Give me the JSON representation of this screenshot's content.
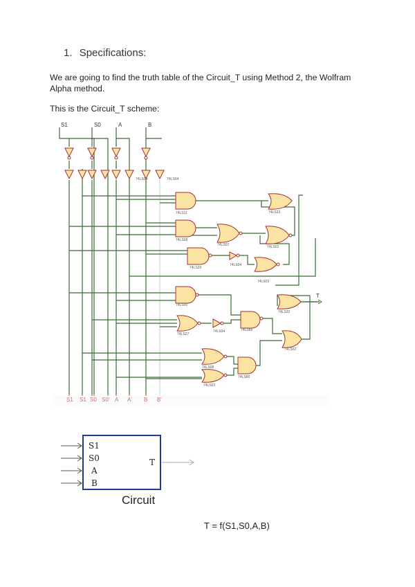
{
  "section": {
    "number": "1.",
    "title": "Specifications:"
  },
  "paragraphs": [
    "We are going to find the truth table of the Circuit_T using Method 2, the Wolfram Alpha method.",
    "This is the Circuit_T scheme:"
  ],
  "schematic": {
    "inputs": [
      "S1",
      "S0",
      "A",
      "B"
    ],
    "output": "T",
    "bus_labels": [
      "S1",
      "S1",
      "S0",
      "S0'",
      "A",
      "A'",
      "B",
      "B'"
    ],
    "gate_labels": {
      "inv_1": "74LS04",
      "inv_2": "74LS04",
      "g1": "74LS11",
      "g2": "74LS08",
      "g3": "74LS02",
      "g4": "74LS32",
      "g5": "74LS02",
      "g6": "74LS20",
      "g7": "74LS04",
      "g8": "74LS02",
      "g9": "74LS00",
      "g10": "74LS32",
      "g11": "74LS27",
      "g12": "74LS04",
      "g13": "74LS86",
      "g14": "74LS02",
      "g15": "74LS08",
      "g16": "74LS86",
      "g17": "74LS02"
    },
    "colors": {
      "wire": "#3a6b35",
      "gate_fill": "#fbe4a3",
      "gate_stroke": "#a03030",
      "label": "#b22222"
    }
  },
  "block_diagram": {
    "inputs": [
      "S1",
      "S0",
      "A",
      "B"
    ],
    "output": "T",
    "caption": "Circuit"
  },
  "formula": "T = f(S1,S0,A,B)"
}
